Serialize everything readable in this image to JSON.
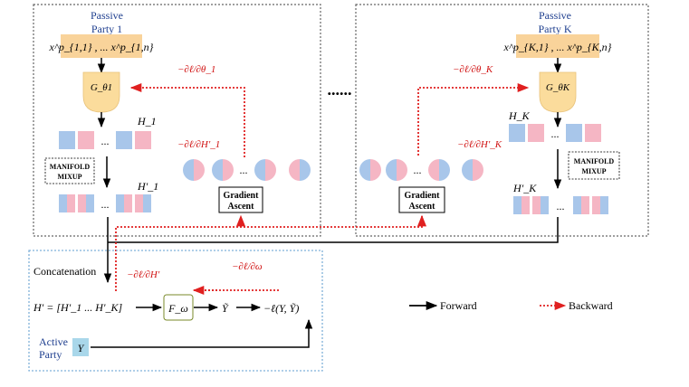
{
  "left_party": {
    "title_line1": "Passive",
    "title_line2": "Party 1",
    "input": "x^p_{1,1} , ... x^p_{1,n}",
    "generator": "G_θ1",
    "grad_theta": "−∂ℓ/∂θ_1",
    "h": "H_1",
    "h_prime": "H'_1",
    "grad_h": "−∂ℓ/∂H'_1",
    "mixup_line1": "MANIFOLD",
    "mixup_line2": "MIXUP",
    "ga_line1": "Gradient",
    "ga_line2": "Ascent",
    "ellipsis": "..."
  },
  "right_party": {
    "title_line1": "Passive",
    "title_line2": "Party K",
    "input": "x^p_{K,1} , ... x^p_{K,n}",
    "generator": "G_θK",
    "grad_theta": "−∂ℓ/∂θ_K",
    "h": "H_K",
    "h_prime": "H'_K",
    "grad_h": "−∂ℓ/∂H'_K",
    "mixup_line1": "MANIFOLD",
    "mixup_line2": "MIXUP",
    "ga_line1": "Gradient",
    "ga_line2": "Ascent",
    "ellipsis": "..."
  },
  "between_parties": "......",
  "active": {
    "concatenation": "Concatenation",
    "h_concat": "H' = [H'_1 ... H'_K]",
    "f": "F_ω",
    "y_tilde": "Ỹ",
    "loss": "−ℓ(Y, Ỹ)",
    "grad_h": "−∂ℓ/∂H'",
    "grad_omega": "−∂ℓ/∂ω",
    "active_line1": "Active",
    "active_line2": "Party",
    "y": "Y"
  },
  "legend": {
    "forward": "Forward",
    "backward": "Backward"
  },
  "colors": {
    "orange_box": "#f9d39a",
    "generator": "#fbdc9c",
    "blue_square": "#a8c6ea",
    "pink_square": "#f5b6c4",
    "backward_red": "#e02020",
    "active_y_box": "#a9d7ea",
    "active_border": "#7fb0d9",
    "party_title": "#1f3f8f"
  }
}
